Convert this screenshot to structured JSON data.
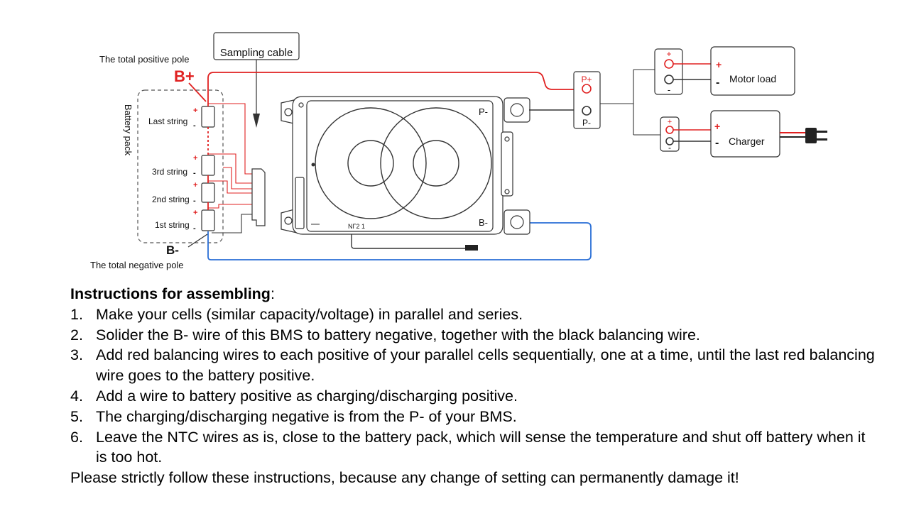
{
  "diagram": {
    "labels": {
      "total_positive": "The total positive pole",
      "b_plus": "B+",
      "sampling_cable": "Sampling cable",
      "battery_pack": "Battery pack",
      "last_string": "Last string",
      "third_string": "3rd string",
      "second_string": "2nd string",
      "first_string": "1st string",
      "b_minus": "B-",
      "total_negative": "The total negative pole",
      "bms_p_minus": "P-",
      "bms_b_minus": "B-",
      "ntc_mark": "NΓ2 1",
      "port_p_plus": "P+",
      "port_p_minus": "P-",
      "motor_load": "Motor load",
      "charger": "Charger",
      "plus": "+",
      "minus": "-"
    },
    "colors": {
      "positive_wire": "#e02020",
      "negative_wire": "#2a6fd6",
      "outline": "#333333"
    }
  },
  "instructions": {
    "title": "Instructions for assembling",
    "title_suffix": ":",
    "steps": [
      {
        "num": "1.",
        "text": "Make your cells (similar capacity/voltage) in parallel and series."
      },
      {
        "num": "2.",
        "text": "Solider the B- wire of this BMS to battery negative, together with the black balancing wire."
      },
      {
        "num": "3.",
        "text": "Add red balancing wires to each positive of your parallel cells sequentially, one at a time, until the last red balancing wire goes to the battery positive."
      },
      {
        "num": "4.",
        "text": "Add a wire to battery positive as charging/discharging positive."
      },
      {
        "num": "5.",
        "text": "The charging/discharging negative is from the P- of your BMS."
      },
      {
        "num": "6.",
        "text": "Leave the NTC wires as is, close to the battery pack, which will sense the temperature and shut off battery when it is too hot."
      }
    ],
    "warning": "Please strictly follow these instructions, because any change of setting can permanently damage it!"
  }
}
